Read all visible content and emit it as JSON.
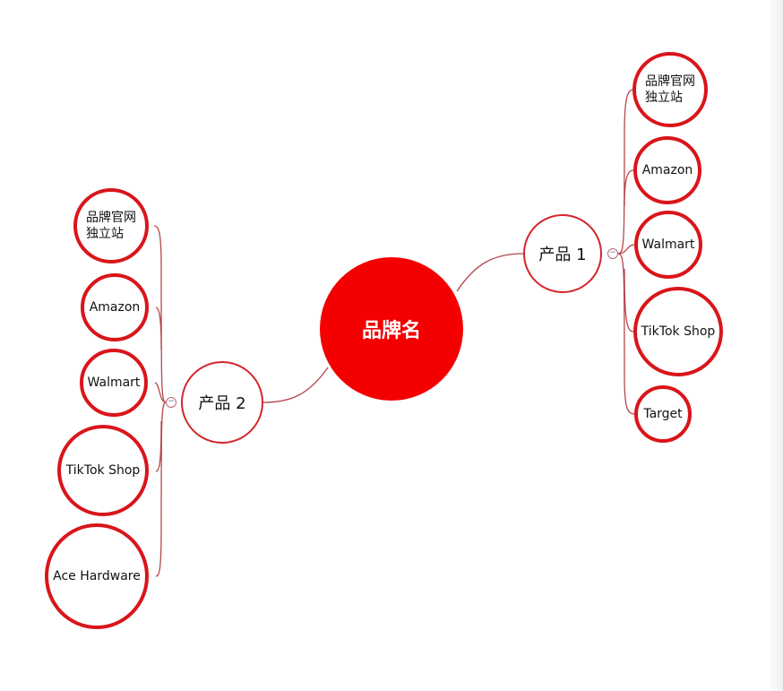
{
  "root": {
    "label": "品牌名"
  },
  "branches": [
    {
      "label": "产品 1",
      "children": [
        "品牌官网\n独立站",
        "Amazon",
        "Walmart",
        "TikTok Shop",
        "Target"
      ]
    },
    {
      "label": "产品 2",
      "children": [
        "品牌官网\n独立站",
        "Amazon",
        "Walmart",
        "TikTok Shop",
        "Ace Hardware"
      ]
    }
  ],
  "colors": {
    "accent": "#f40000",
    "border": "#d9151b",
    "line": "#b5474c"
  }
}
